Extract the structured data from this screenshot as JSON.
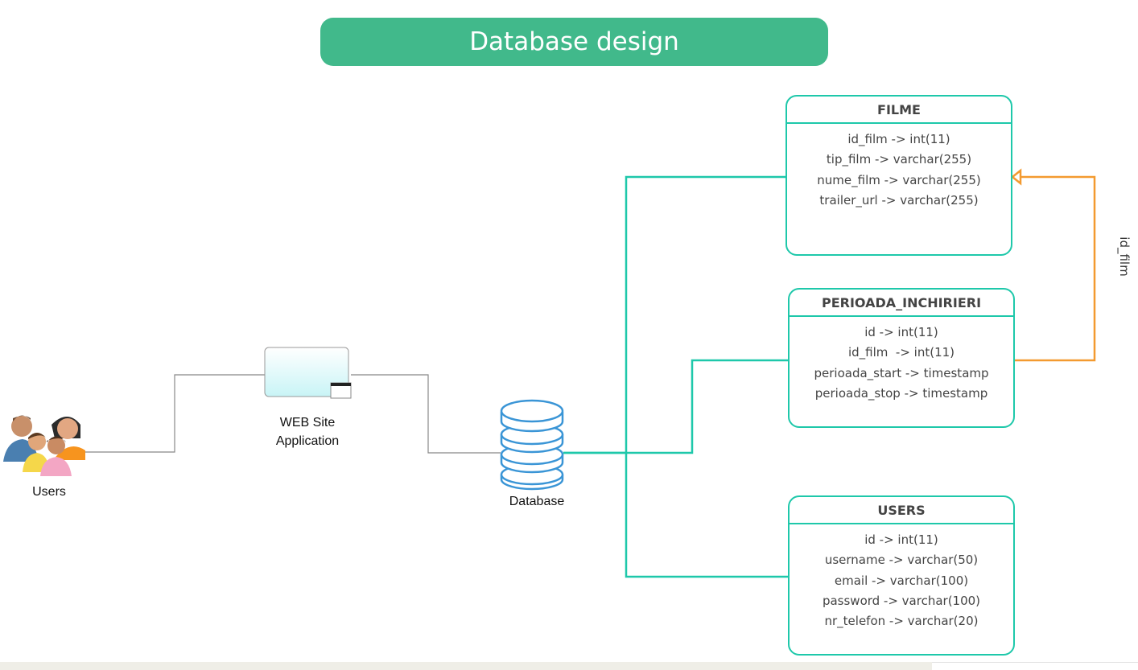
{
  "title": "Database design",
  "users_node": {
    "label": "Users",
    "icon": "people-group-icon"
  },
  "web_node": {
    "label_line1": "WEB Site",
    "label_line2": "Application",
    "icon": "application-window-icon"
  },
  "db_node": {
    "label": "Database",
    "icon": "database-cylinder-icon"
  },
  "tables": {
    "filme": {
      "name": "FILME",
      "fields": [
        "id_film -> int(11)",
        "tip_film -> varchar(255)",
        "nume_film -> varchar(255)",
        "trailer_url -> varchar(255)"
      ]
    },
    "perioada": {
      "name": "PERIOADA_INCHIRIERI",
      "fields": [
        "id -> int(11)",
        "id_film  -> int(11)",
        "perioada_start -> timestamp",
        "perioada_stop -> timestamp"
      ]
    },
    "users": {
      "name": "USERS",
      "fields": [
        "id -> int(11)",
        "username -> varchar(50)",
        "email -> varchar(100)",
        "password -> varchar(100)",
        "nr_telefon -> varchar(20)"
      ]
    }
  },
  "relation_label": "id_film",
  "colors": {
    "banner": "#41b98b",
    "table_border": "#1ec8aa",
    "relation": "#f39a30",
    "db_icon": "#3a95d6"
  }
}
